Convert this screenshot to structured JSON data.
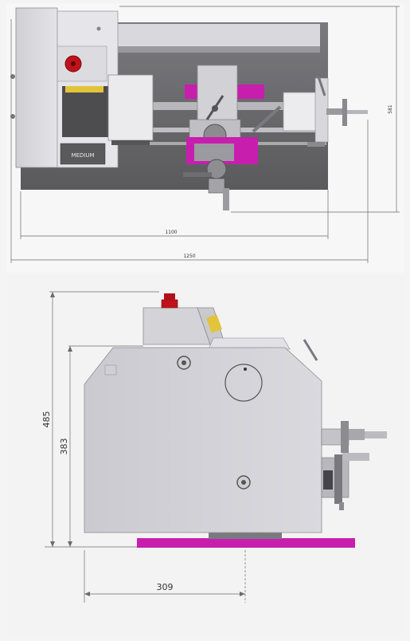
{
  "colors": {
    "background": "#f4f4f5",
    "panel": "#f7f7f8",
    "machine_light": "#dedee2",
    "machine_mid": "#c9c9ce",
    "machine_dark": "#4a4a4d",
    "accent_magenta": "#c81eae",
    "estop_red": "#c0121a",
    "dimension_line": "#6a6a6a"
  },
  "top_view": {
    "badge_text": "MEDIUM",
    "dims": {
      "width_inner": "1100",
      "width_total": "1250",
      "height": "581"
    }
  },
  "side_view": {
    "dims": {
      "height_total": "485",
      "height_center": "383",
      "depth": "309"
    }
  }
}
